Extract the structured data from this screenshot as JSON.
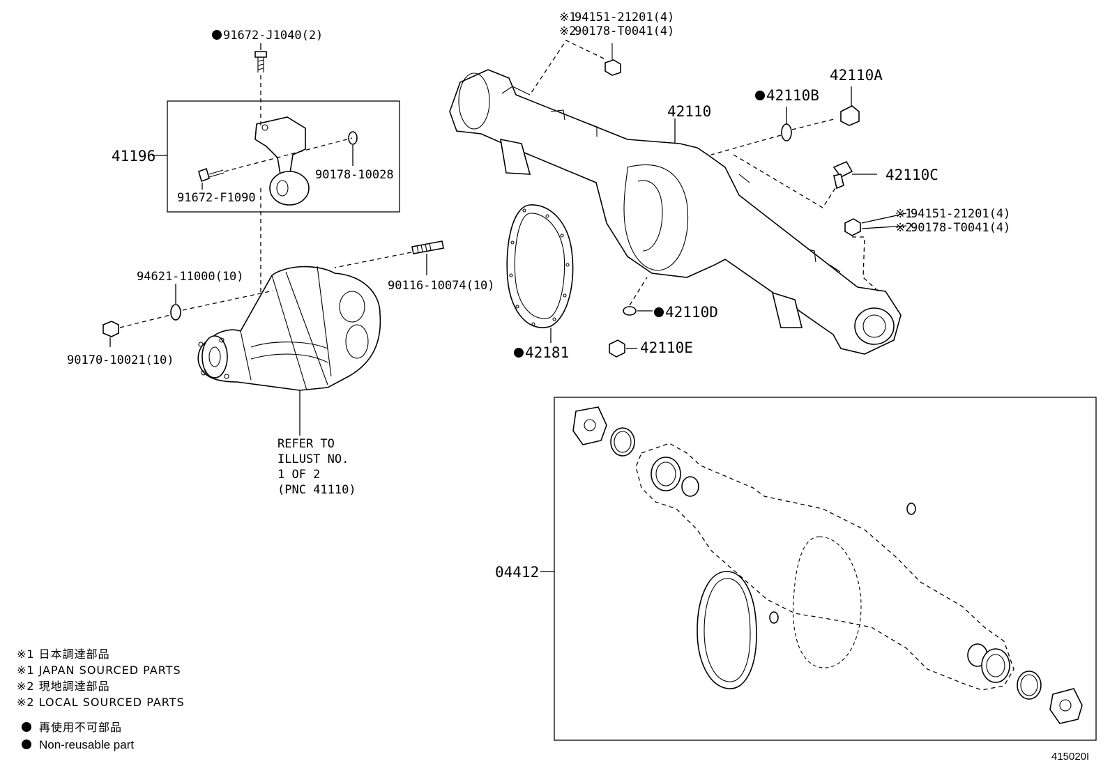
{
  "labels": {
    "p91672_J1040": "91672-J1040(2)",
    "p41196": "41196",
    "p90178_10028": "90178-10028",
    "p91672_F1090": "91672-F1090",
    "p94621_11000": "94621-11000(10)",
    "p90116_10074": "90116-10074(10)",
    "p90170_10021": "90170-10021(10)",
    "refer_1": "REFER TO",
    "refer_2": "ILLUST NO.",
    "refer_3": "1 OF 2",
    "refer_4": "(PNC 41110)",
    "top_note1_mark": "※1",
    "top_note1_pn": "94151-21201(4)",
    "top_note2_mark": "※2",
    "top_note2_pn": "90178-T0041(4)",
    "p42110": "42110",
    "p42110A": "42110A",
    "p42110B": "42110B",
    "p42110C": "42110C",
    "right_note1_mark": "※1",
    "right_note1_pn": "94151-21201(4)",
    "right_note2_mark": "※2",
    "right_note2_pn": "90178-T0041(4)",
    "p42110D": "42110D",
    "p42110E": "42110E",
    "p42181": "42181",
    "p04412": "04412",
    "illust_no": "415020I"
  },
  "legend": {
    "line1": "※1 日本調達部品",
    "line2": "※1 JAPAN SOURCED PARTS",
    "line3": "※2 現地調達部品",
    "line4": "※2 LOCAL SOURCED PARTS",
    "line5": "再使用不可部品",
    "line6": "Non-reusable part"
  }
}
